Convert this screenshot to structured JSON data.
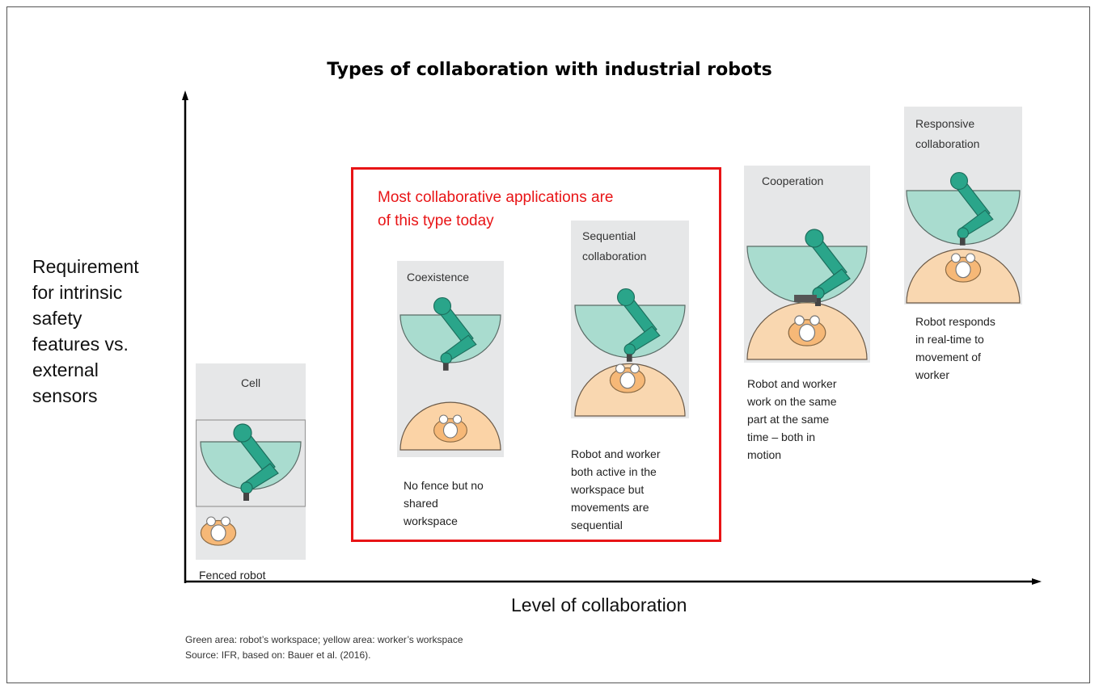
{
  "title": "Types of collaboration with industrial robots",
  "y_axis_label": [
    "Requirement",
    "for intrinsic",
    "safety",
    "features vs.",
    "external",
    "sensors"
  ],
  "x_axis_label": "Level of collaboration",
  "highlight_note": [
    "Most collaborative applications are",
    "of this type today"
  ],
  "panels": [
    {
      "label": [
        "Cell"
      ],
      "description": [
        "Fenced robot"
      ]
    },
    {
      "label": [
        "Coexistence"
      ],
      "description": [
        "No fence but no",
        "shared",
        "workspace"
      ]
    },
    {
      "label": [
        "Sequential",
        "collaboration"
      ],
      "description": [
        "Robot and worker",
        "both active in the",
        "workspace but",
        "movements are",
        "sequential"
      ]
    },
    {
      "label": [
        "Cooperation"
      ],
      "description": [
        "Robot and worker",
        "work on the same",
        "part at the same",
        "time – both in",
        "motion"
      ]
    },
    {
      "label": [
        "Responsive",
        "collaboration"
      ],
      "description": [
        "Robot responds",
        "in real-time to",
        "movement of",
        "worker"
      ]
    }
  ],
  "footnote": [
    "Green area: robot’s workspace; yellow area: worker’s workspace",
    "Source: IFR, based on: Bauer et al. (2016)."
  ],
  "colors": {
    "robot_area": "#a9dccf",
    "robot_arm": "#2aa58a",
    "worker_area": "#fbd3a6",
    "worker": "#f6b877",
    "highlight": "#e81416",
    "panel": "#e6e7e8"
  }
}
